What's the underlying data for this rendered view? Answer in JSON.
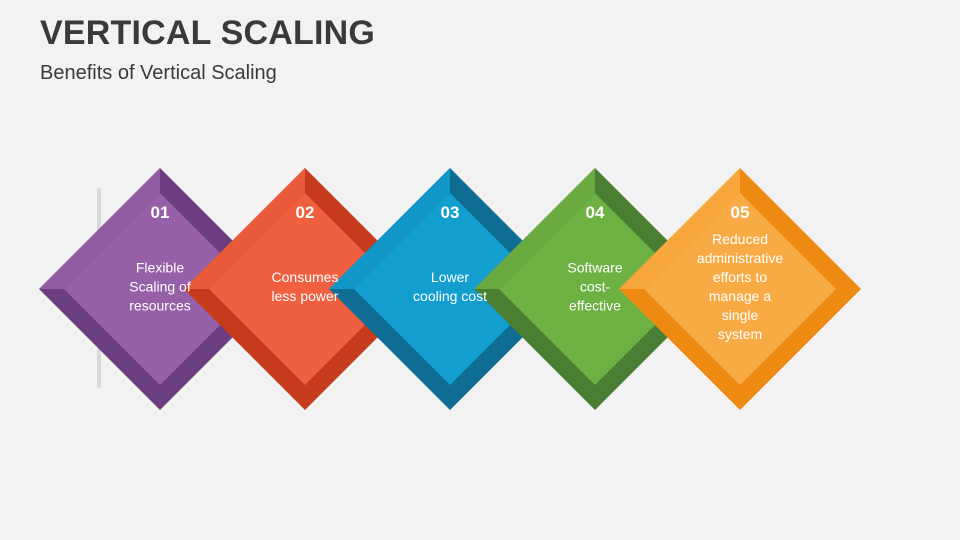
{
  "header": {
    "title": "VERTICAL SCALING",
    "subtitle": "Benefits of Vertical Scaling"
  },
  "items": [
    {
      "number": "01",
      "text": "Flexible Scaling of resources",
      "lines": [
        "Flexible",
        "Scaling of",
        "resources"
      ],
      "color": "#9660a8",
      "dark": "#6b3f82"
    },
    {
      "number": "02",
      "text": "Consumes less power",
      "lines": [
        "Consumes",
        "less power"
      ],
      "color": "#f06040",
      "dark": "#c83a1c"
    },
    {
      "number": "03",
      "text": "Lower cooling cost",
      "lines": [
        "Lower",
        "cooling cost"
      ],
      "color": "#129fd0",
      "dark": "#0f6c93"
    },
    {
      "number": "04",
      "text": "Software cost-effective",
      "lines": [
        "Software",
        "cost-",
        "effective"
      ],
      "color": "#6db143",
      "dark": "#4a7f33"
    },
    {
      "number": "05",
      "text": "Reduced administrative efforts to manage a single system",
      "lines": [
        "Reduced",
        "administrative",
        "efforts to",
        "manage a",
        "single",
        "system"
      ],
      "color": "#f8ab44",
      "dark": "#ee8a12"
    }
  ]
}
